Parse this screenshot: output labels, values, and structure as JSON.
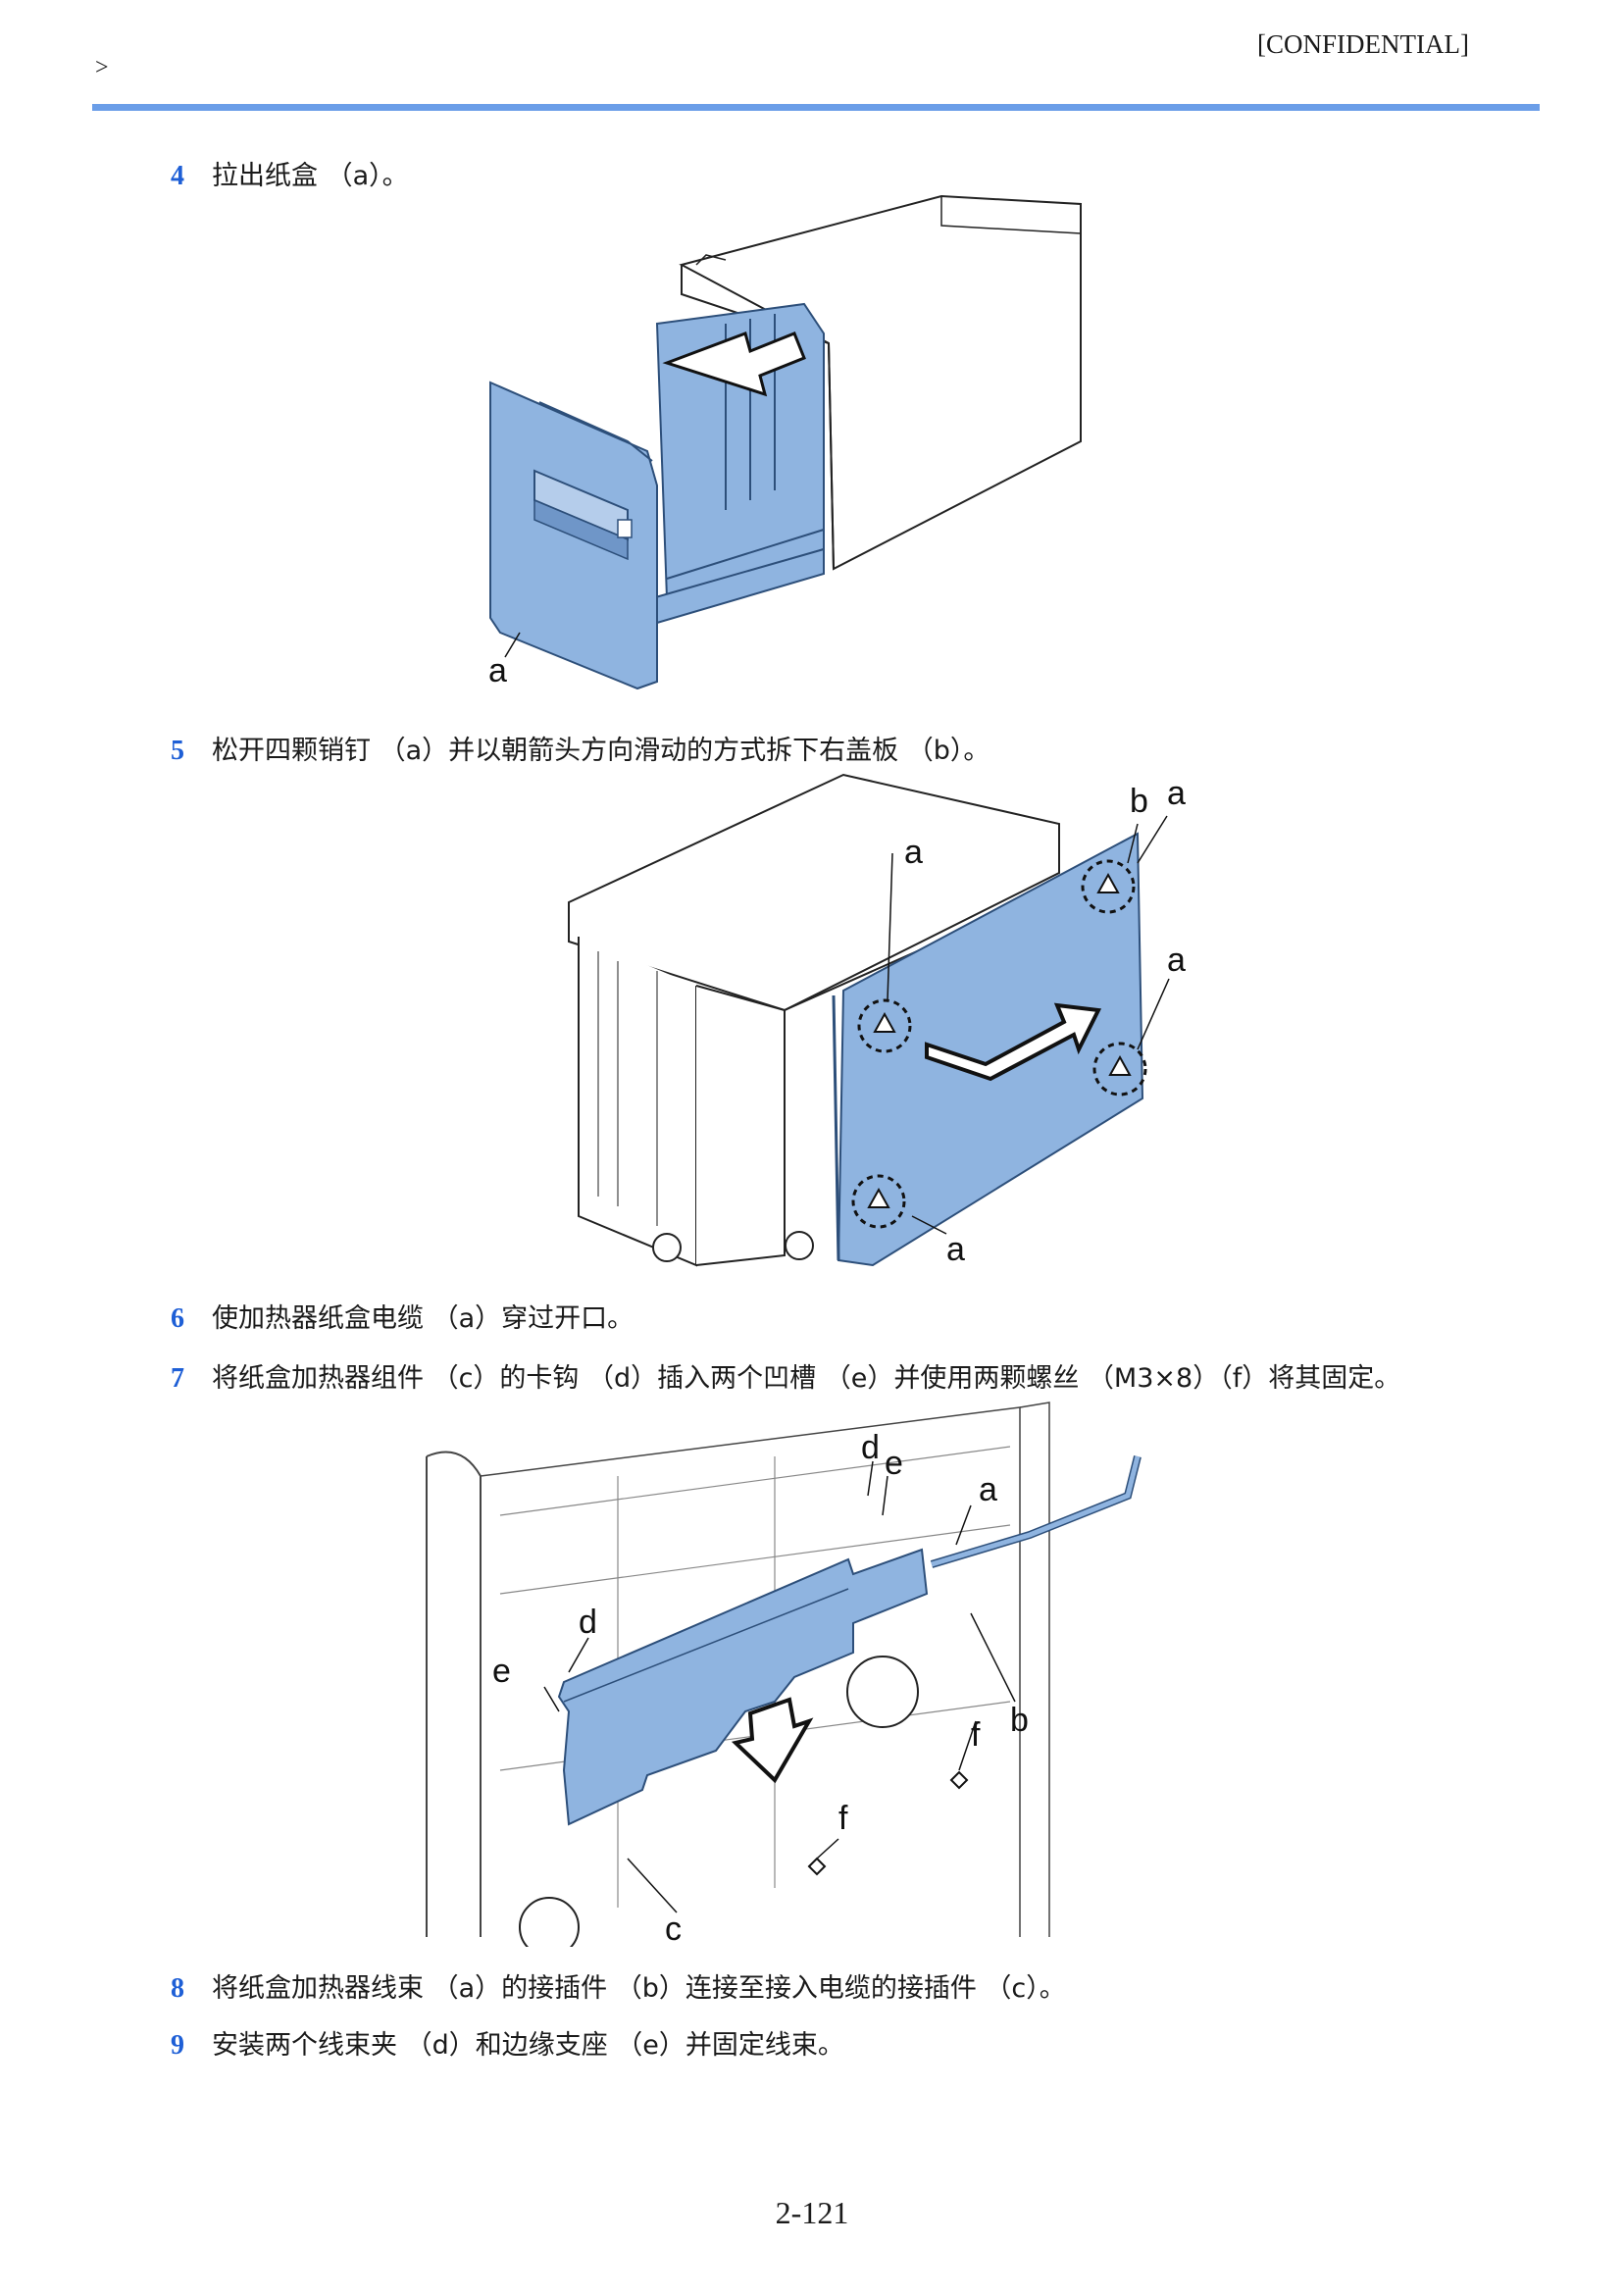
{
  "header": {
    "confidential": "[CONFIDENTIAL]",
    "breadcrumb": ">"
  },
  "steps": [
    {
      "num": "4",
      "text": "拉出纸盒 （a）。"
    },
    {
      "num": "5",
      "text": "松开四颗销钉 （a）并以朝箭头方向滑动的方式拆下右盖板 （b）。"
    },
    {
      "num": "6",
      "text": "使加热器纸盒电缆 （a）穿过开口。"
    },
    {
      "num": "7",
      "text": "将纸盒加热器组件 （c）的卡钩 （d）插入两个凹槽 （e）并使用两颗螺丝 （M3×8）（f）将其固定。"
    },
    {
      "num": "8",
      "text": "将纸盒加热器线束 （a）的接插件 （b）连接至接入电缆的接插件 （c）。"
    },
    {
      "num": "9",
      "text": "安装两个线束夹 （d）和边缘支座 （e）并固定线束。"
    }
  ],
  "figures": {
    "fig1": {
      "labels": [
        "a"
      ]
    },
    "fig2": {
      "labels": [
        "b",
        "a",
        "a",
        "a",
        "a"
      ]
    },
    "fig3": {
      "labels": [
        "d",
        "e",
        "a",
        "d",
        "e",
        "b",
        "f",
        "f",
        "c"
      ]
    }
  },
  "colors": {
    "accent": "#1e5fd6",
    "rule": "#6b9ee8",
    "part_fill": "#8fb4e0",
    "part_stroke": "#2d4f7a"
  },
  "footer": {
    "page_number": "2-121"
  }
}
